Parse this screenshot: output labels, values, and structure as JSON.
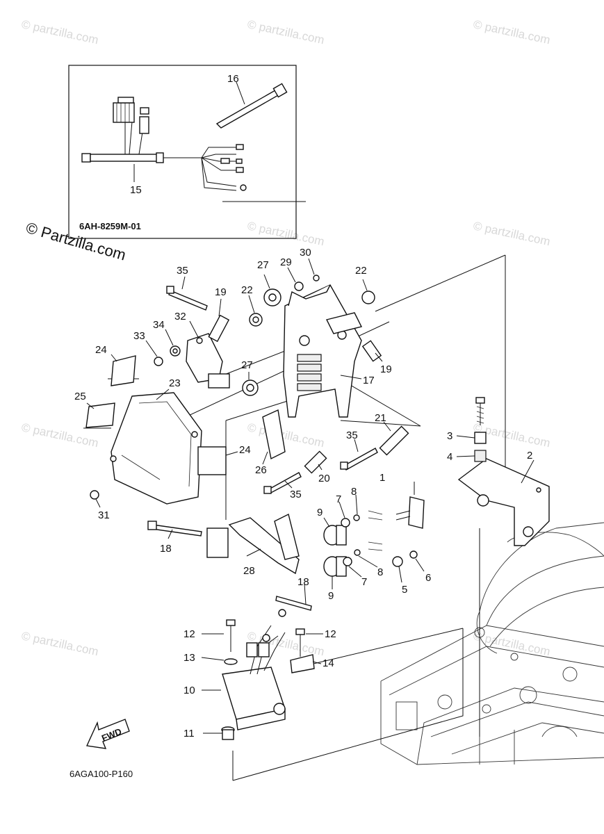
{
  "diagram": {
    "inset_code": "6AH-8259M-01",
    "footer_code": "6AGA100-P160",
    "fwd_label": "FWD",
    "copyright": "© Partzilla.com",
    "watermark": "© partzilla.com",
    "callouts": [
      {
        "id": "c1",
        "text": "1"
      },
      {
        "id": "c2",
        "text": "2"
      },
      {
        "id": "c3",
        "text": "3"
      },
      {
        "id": "c4",
        "text": "4"
      },
      {
        "id": "c5",
        "text": "5"
      },
      {
        "id": "c6",
        "text": "6"
      },
      {
        "id": "c7a",
        "text": "7"
      },
      {
        "id": "c7b",
        "text": "7"
      },
      {
        "id": "c8a",
        "text": "8"
      },
      {
        "id": "c8b",
        "text": "8"
      },
      {
        "id": "c9a",
        "text": "9"
      },
      {
        "id": "c9b",
        "text": "9"
      },
      {
        "id": "c10",
        "text": "10"
      },
      {
        "id": "c11",
        "text": "11"
      },
      {
        "id": "c12a",
        "text": "12"
      },
      {
        "id": "c12b",
        "text": "12"
      },
      {
        "id": "c13",
        "text": "13"
      },
      {
        "id": "c14",
        "text": "14"
      },
      {
        "id": "c15",
        "text": "15"
      },
      {
        "id": "c16",
        "text": "16"
      },
      {
        "id": "c17",
        "text": "17"
      },
      {
        "id": "c18a",
        "text": "18"
      },
      {
        "id": "c18b",
        "text": "18"
      },
      {
        "id": "c19a",
        "text": "19"
      },
      {
        "id": "c19b",
        "text": "19"
      },
      {
        "id": "c20",
        "text": "20"
      },
      {
        "id": "c21",
        "text": "21"
      },
      {
        "id": "c22a",
        "text": "22"
      },
      {
        "id": "c22b",
        "text": "22"
      },
      {
        "id": "c23",
        "text": "23"
      },
      {
        "id": "c24a",
        "text": "24"
      },
      {
        "id": "c24b",
        "text": "24"
      },
      {
        "id": "c25",
        "text": "25"
      },
      {
        "id": "c26",
        "text": "26"
      },
      {
        "id": "c27a",
        "text": "27"
      },
      {
        "id": "c27b",
        "text": "27"
      },
      {
        "id": "c28",
        "text": "28"
      },
      {
        "id": "c29",
        "text": "29"
      },
      {
        "id": "c30",
        "text": "30"
      },
      {
        "id": "c31",
        "text": "31"
      },
      {
        "id": "c32",
        "text": "32"
      },
      {
        "id": "c33",
        "text": "33"
      },
      {
        "id": "c34",
        "text": "34"
      },
      {
        "id": "c35a",
        "text": "35"
      },
      {
        "id": "c35b",
        "text": "35"
      },
      {
        "id": "c35c",
        "text": "35"
      }
    ]
  }
}
